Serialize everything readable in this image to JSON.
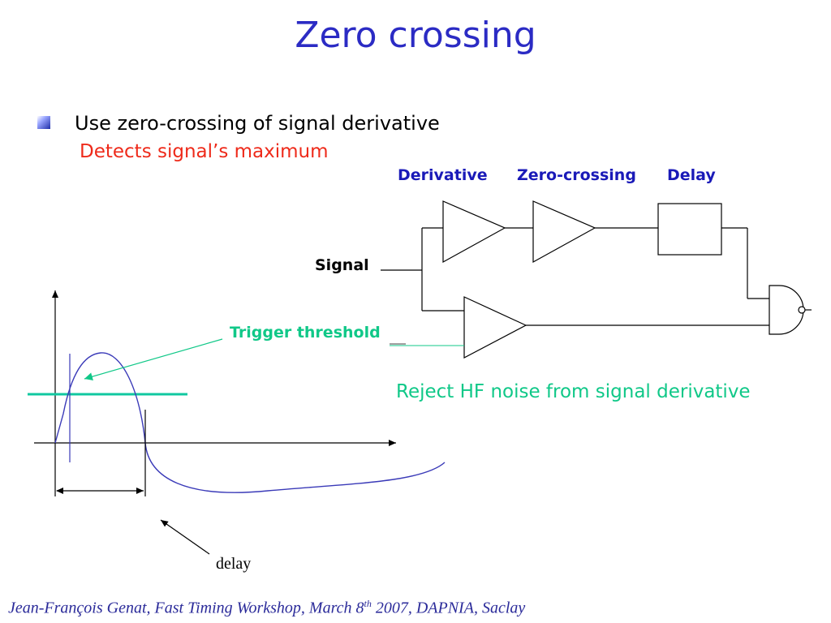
{
  "slide": {
    "title": "Zero crossing",
    "bullet": "Use zero-crossing of signal derivative",
    "sub_bullet": "Detects signal’s maximum"
  },
  "diagram": {
    "label_derivative": "Derivative",
    "label_zero_crossing": "Zero-crossing",
    "label_delay_block": "Delay",
    "label_signal": "Signal",
    "label_trigger_threshold": "Trigger threshold",
    "label_reject": "Reject HF noise from signal derivative",
    "label_delay": "delay"
  },
  "footer": {
    "text_before": "Jean-François  Genat,   Fast Timing Workshop, March 8",
    "superscript": "th",
    "text_after": " 2007, DAPNIA, Saclay"
  },
  "colors": {
    "title": "#2b2bc4",
    "highlight_red": "#ee2a1a",
    "label_blue": "#1a1ab8",
    "green": "#10c888",
    "waveform": "#3a3ab8",
    "threshold": "#10c8a0"
  }
}
